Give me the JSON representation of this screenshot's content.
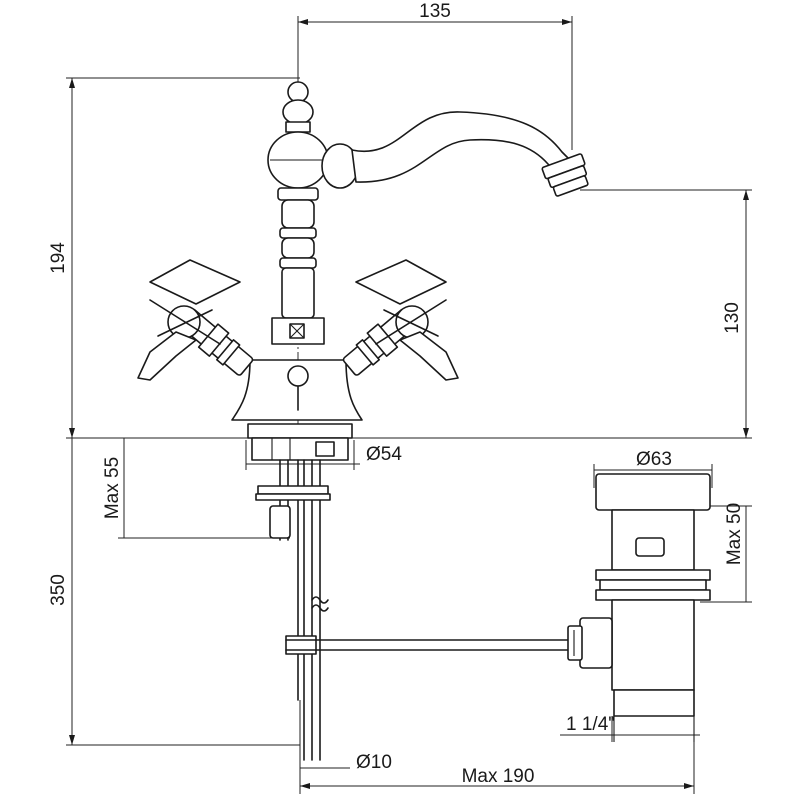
{
  "dimensions": {
    "spout_reach": "135",
    "total_height": "194",
    "spout_height": "130",
    "base_diameter": "Ø54",
    "max_deck_thickness": "Max 55",
    "below_deck_length": "350",
    "waste_head_diameter": "Ø63",
    "waste_max": "Max 50",
    "waste_thread": "1 1/4\"",
    "rod_diameter": "Ø10",
    "rod_max_length": "Max 190"
  }
}
